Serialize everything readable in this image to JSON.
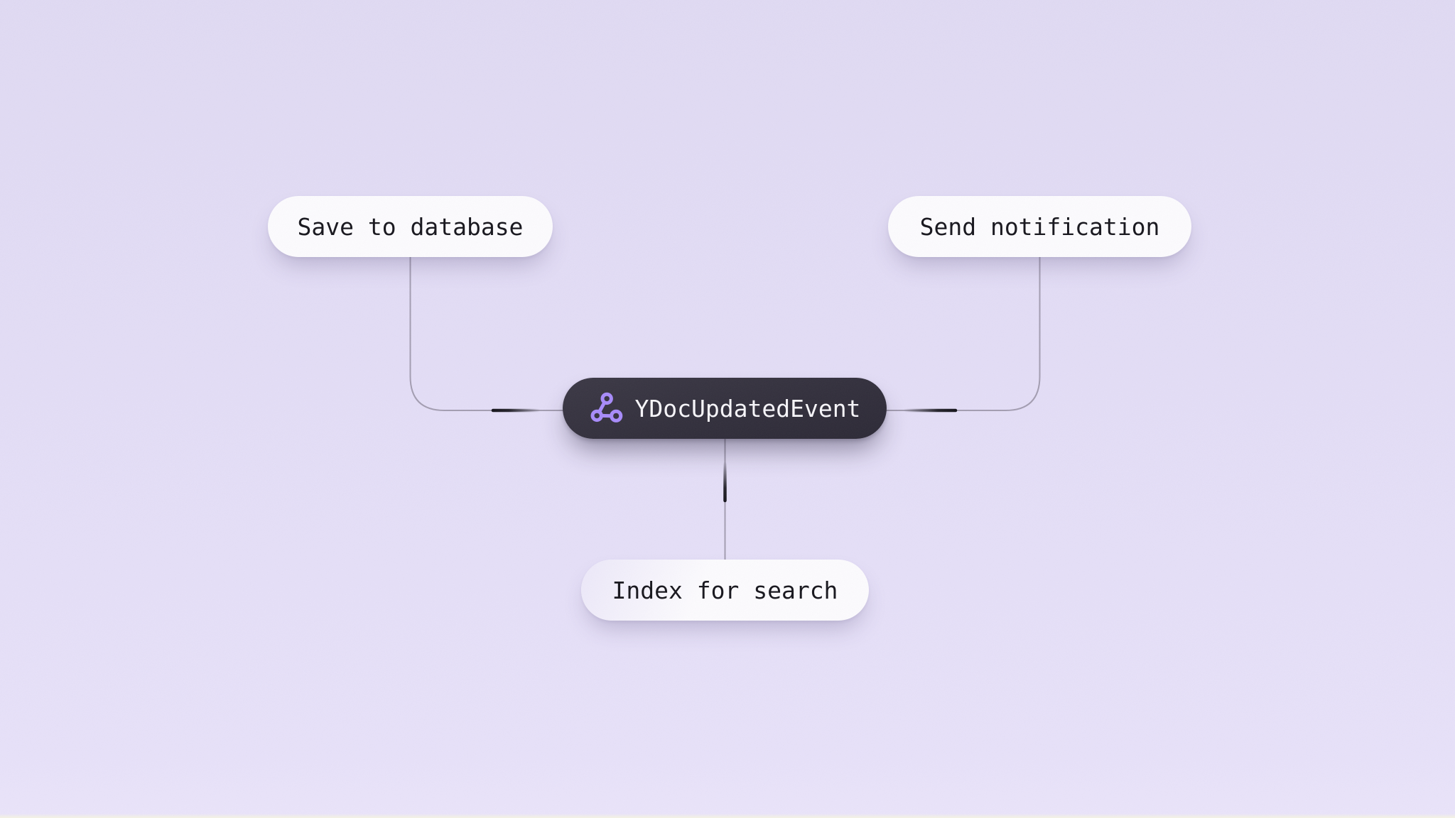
{
  "diagram": {
    "event_node": {
      "label": "YDocUpdatedEvent",
      "icon": "webhook-icon"
    },
    "handlers": [
      {
        "id": "save-to-database",
        "label": "Save to database",
        "position": "top-left"
      },
      {
        "id": "send-notification",
        "label": "Send notification",
        "position": "top-right"
      },
      {
        "id": "index-for-search",
        "label": "Index for search",
        "position": "bottom"
      }
    ],
    "edges": [
      {
        "from": "YDocUpdatedEvent",
        "to": "Save to database"
      },
      {
        "from": "YDocUpdatedEvent",
        "to": "Send notification"
      },
      {
        "from": "YDocUpdatedEvent",
        "to": "Index for search"
      }
    ],
    "colors": {
      "canvas_background": "#e3ddf6",
      "canvas_bottom_edge": "#f2f0e5",
      "handler_node_background": "#fcfbfe",
      "handler_node_text": "#17161d",
      "event_node_background": "#322f3c",
      "event_node_text": "#f7f6fa",
      "icon_accent": "#a78bfa",
      "connector_line": "#a39db1",
      "connector_packet": "#15141b"
    }
  }
}
